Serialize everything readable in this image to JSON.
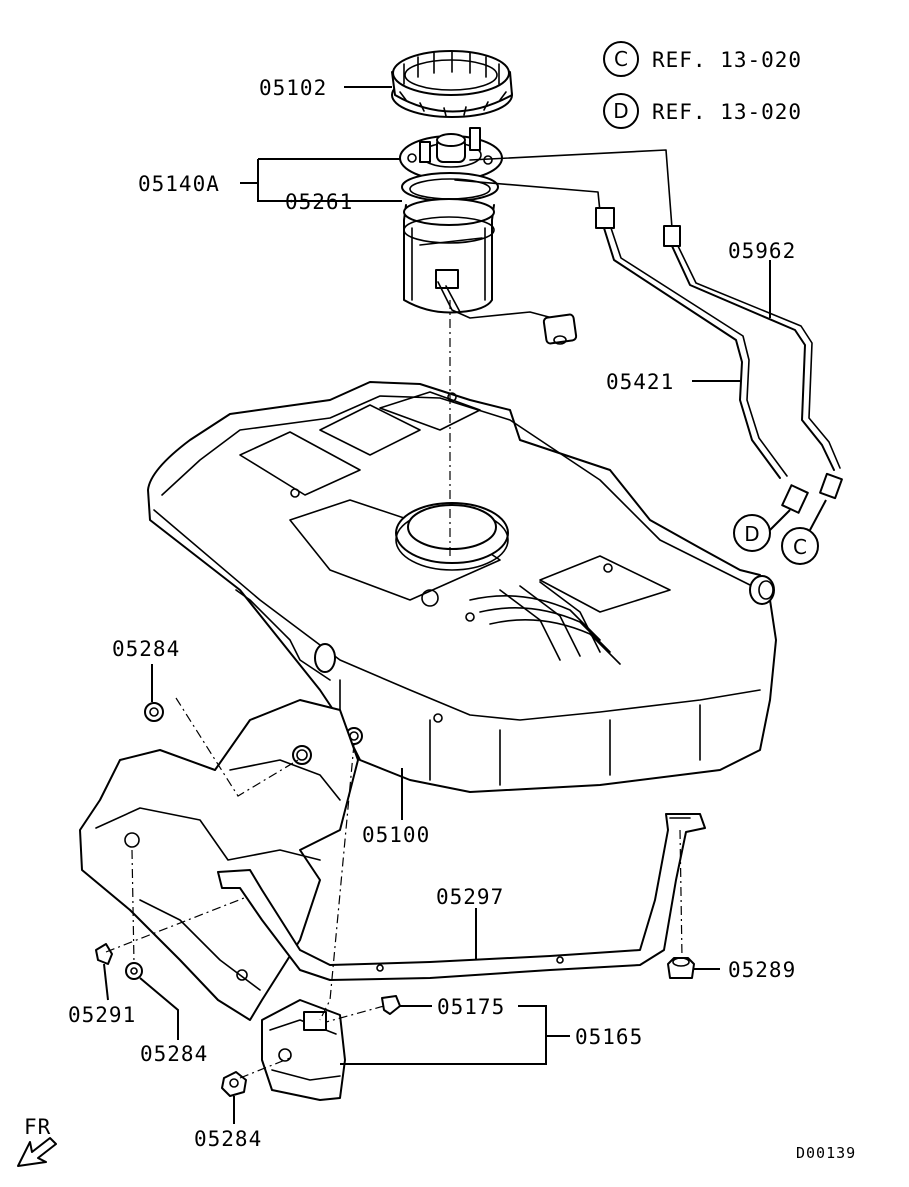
{
  "references": [
    {
      "letter": "C",
      "text": "REF. 13-020"
    },
    {
      "letter": "D",
      "text": "REF. 13-020"
    }
  ],
  "part_labels": {
    "p05102": "05102",
    "p05140A": "05140A",
    "p05261": "05261",
    "p05962": "05962",
    "p05421": "05421",
    "p05284_top": "05284",
    "p05100": "05100",
    "p05297": "05297",
    "p05289": "05289",
    "p05291": "05291",
    "p05284_mid": "05284",
    "p05175": "05175",
    "p05165": "05165",
    "p05284_bottom": "05284"
  },
  "connector_letters": {
    "d_marker": "D",
    "c_marker": "C"
  },
  "orientation_label": "FR",
  "diagram_code": "D00139"
}
